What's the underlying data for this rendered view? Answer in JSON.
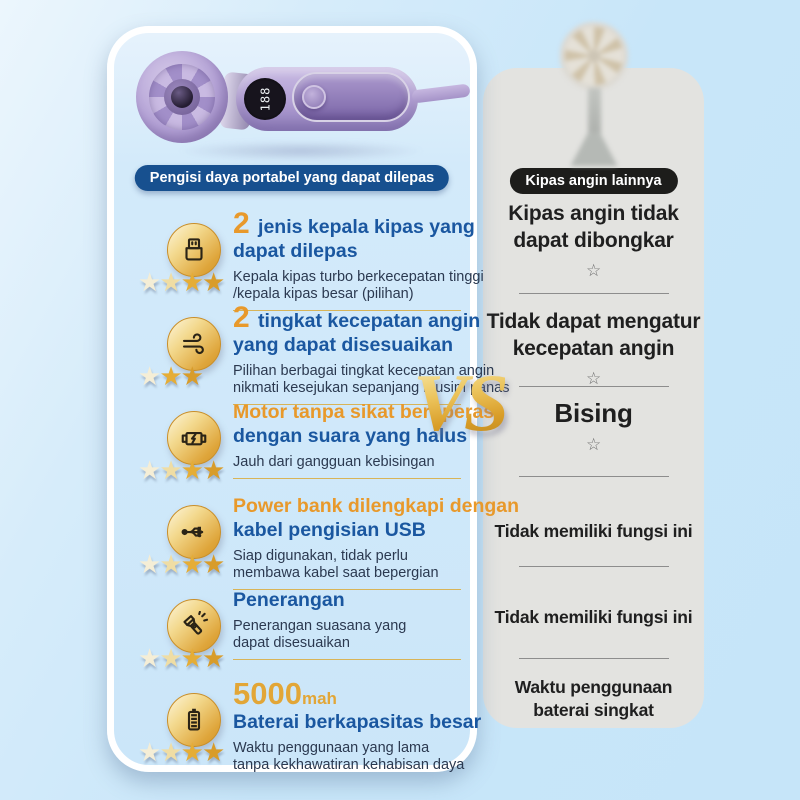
{
  "colors": {
    "accent_orange": "#e8992b",
    "accent_blue": "#1a57a0",
    "gold": "#e2a637",
    "badge_blue_bg": "#17508f",
    "badge_black_bg": "#1d1d1b",
    "star_pale": "#f5eed6",
    "star_pale2": "#efdda4",
    "star_gold": "#e5ad36",
    "star_gold2": "#d89c2a"
  },
  "left_panel": {
    "badge": "Pengisi daya portabel yang dapat dilepas",
    "fan_display_value": "188",
    "star_glyph": "★",
    "features": [
      {
        "icon": "usb-plug-icon",
        "stars": 4,
        "divider": true,
        "title_lines": [
          [
            {
              "t": "2 ",
              "s": "num"
            },
            {
              "t": "jenis kepala kipas yang",
              "s": "blue"
            }
          ],
          [
            {
              "t": "dapat dilepas",
              "s": "blue"
            }
          ]
        ],
        "desc_lines": [
          "Kepala kipas turbo berkecepatan tinggi",
          "/kepala kipas besar (pilihan)"
        ]
      },
      {
        "icon": "wind-icon",
        "stars": 3,
        "divider": true,
        "title_lines": [
          [
            {
              "t": "2 ",
              "s": "num"
            },
            {
              "t": "tingkat kecepatan angin",
              "s": "blue"
            }
          ],
          [
            {
              "t": "yang dapat disesuaikan",
              "s": "blue"
            }
          ]
        ],
        "desc_lines": [
          "Pilihan berbagai tingkat kecepatan angin",
          "nikmati kesejukan sepanjang musim panas"
        ]
      },
      {
        "icon": "motor-icon",
        "stars": 4,
        "divider": true,
        "title_lines": [
          [
            {
              "t": "Motor tanpa sikat beroperasi",
              "s": "orange"
            }
          ],
          [
            {
              "t": "dengan suara yang halus",
              "s": "blue"
            }
          ]
        ],
        "desc_lines": [
          "Jauh dari gangguan kebisingan"
        ]
      },
      {
        "icon": "usb-symbol-icon",
        "stars": 4,
        "divider": true,
        "title_lines": [
          [
            {
              "t": "Power bank dilengkapi dengan",
              "s": "orange"
            }
          ],
          [
            {
              "t": "kabel pengisian USB",
              "s": "blue"
            }
          ]
        ],
        "desc_lines": [
          "Siap digunakan, tidak perlu",
          "membawa kabel saat bepergian"
        ]
      },
      {
        "icon": "flashlight-icon",
        "stars": 4,
        "divider": true,
        "title_lines": [
          [
            {
              "t": "Penerangan",
              "s": "blue"
            }
          ]
        ],
        "desc_lines": [
          "Penerangan suasana yang",
          "dapat disesuaikan"
        ]
      },
      {
        "icon": "battery-icon",
        "stars": 4,
        "divider": false,
        "title_lines": [
          [
            {
              "t": "5000",
              "s": "gold-big"
            },
            {
              "t": "mah",
              "s": "gold-small"
            }
          ],
          [
            {
              "t": "Baterai berkapasitas besar",
              "s": "blue"
            }
          ]
        ],
        "desc_lines": [
          "Waktu penggunaan yang lama",
          "tanpa kekhawatiran kehabisan daya"
        ]
      }
    ]
  },
  "vs_label": "VS",
  "right_panel": {
    "badge": "Kipas angin lainnya",
    "star_glyph": "☆",
    "items": [
      {
        "lines": [
          "Kipas angin tidak",
          "dapat dibongkar"
        ],
        "star": true,
        "size": "lg"
      },
      {
        "lines": [
          "Tidak dapat mengatur",
          "kecepatan angin"
        ],
        "star": true,
        "size": "lg"
      },
      {
        "lines": [
          "Bising"
        ],
        "star": true,
        "size": "xl"
      },
      {
        "lines": [
          "Tidak memiliki fungsi ini"
        ],
        "star": false,
        "size": "md"
      },
      {
        "lines": [
          "Tidak memiliki fungsi ini"
        ],
        "star": false,
        "size": "md"
      },
      {
        "lines": [
          "Waktu penggunaan",
          "baterai singkat"
        ],
        "star": false,
        "size": "md"
      }
    ]
  }
}
